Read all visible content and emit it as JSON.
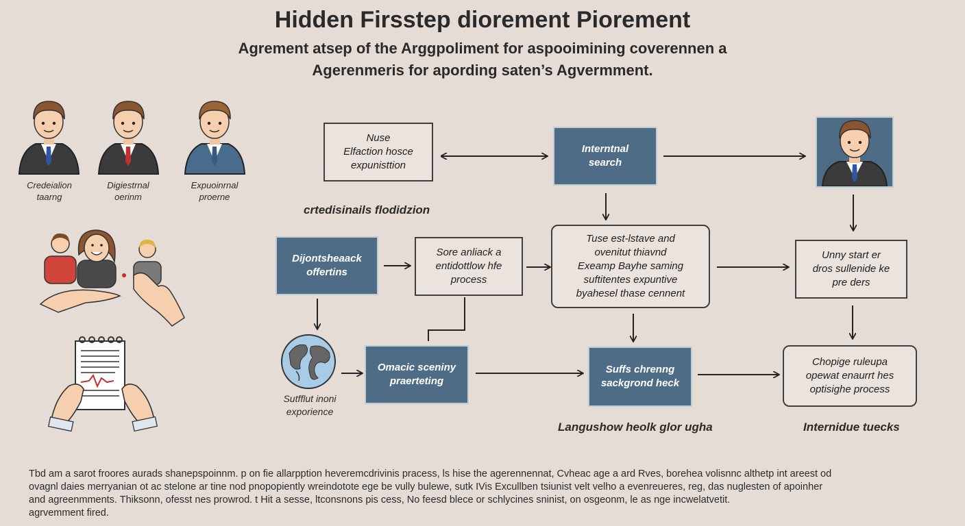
{
  "header": {
    "title": "Hidden Firsstep diorement Piorement",
    "subtitle_line1": "Agrement atsep of the Arggpoliment for aspooimining coverennen a",
    "subtitle_line2": "Agerenmeris for apording saten’s Agvermment."
  },
  "people": [
    {
      "label": "Credeialion\ntaarng"
    },
    {
      "label": "Digiestrnal\noerinm"
    },
    {
      "label": "Expuoinrnal\nproerne"
    }
  ],
  "section_label": "crtedisinails flodidzion",
  "left_labels": {
    "globe_caption": "Sutfflut inoni\nexporience"
  },
  "boxes": {
    "nuse": "Nuse\nElfaction hosce\nexpunisttion",
    "internal_search": "Interntnal\nsearch",
    "dijonts": "Dijontsheaack\noffertins",
    "sore": "Sore anliack a\nentidottlow hfe\nprocess",
    "tuse": "Tuse est-lstave and\novenitut thiavnd\nExeamp Bayhe saming\nsuftitentes expuntive\nbyahesel thase cennent",
    "unny": "Unny start er\ndros sullenide ke\npre ders",
    "omacic": "Omacic sceniny\npraerteting",
    "suffs": "Suffs chrenng\nsackgrond heck",
    "chopige": "Chopige ruleupa\nopewat enaurrt hes\noptisighe process"
  },
  "bottom_labels": {
    "left": "Langushow heolk glor ugha",
    "right": "Internidue tuecks"
  },
  "footer": {
    "line1": "Tbd am a sarot froores aurads shanepspoinnm. p on fie allarpption heveremcdrivinis pracess, ls hise the agerennennat, Cvheac age a ard Rves, borehea volisnnc althetp int areest od",
    "line2": "ovagnl daies merryanian ot ac stelone ar tine nod pnopopiently wreindotote ege be vully bulewe, sutk IVis Excullben tsiunist velt velho a evenreueres, reg, das nuglesten of apoinher",
    "line3": "and agreenmments. Thiksonn, ofesst nes prowrod. t Hit a sesse, ltconsnons pis cess, No feesd blece or schlycines sninist, on osgeonm, le as nge incwelatvetit.",
    "line4": "agrvemment fired."
  },
  "colors": {
    "background": "#e6dcd6",
    "box_blue": "#4e6c86",
    "suit_dark": "#3b3b3b",
    "suit_blue": "#4a6c8c",
    "tie_blue": "#2f55a4",
    "tie_red": "#c43030"
  }
}
